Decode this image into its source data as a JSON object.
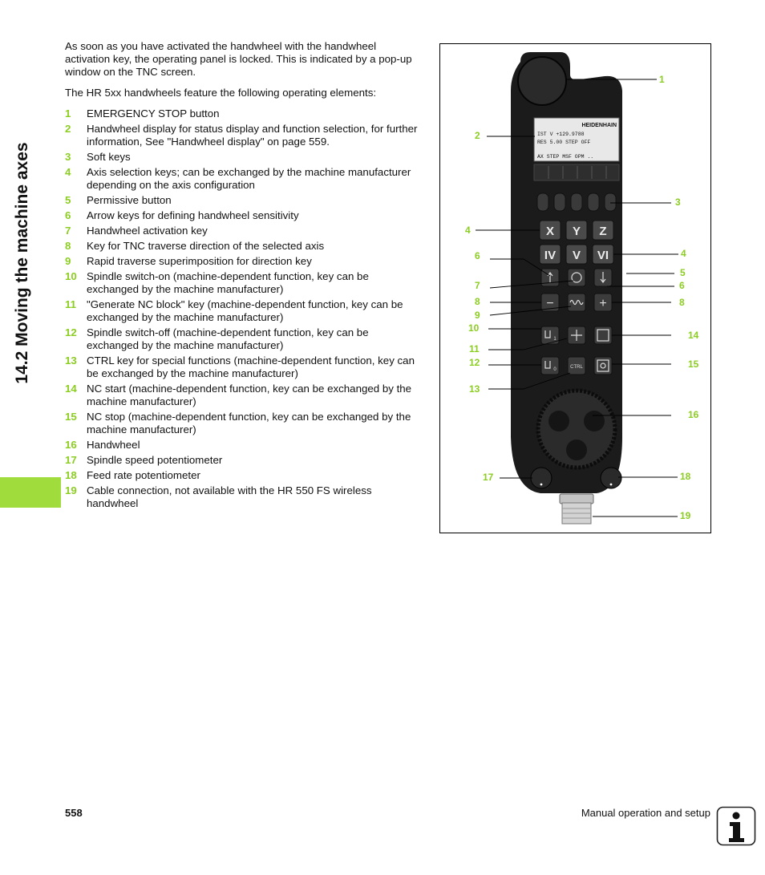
{
  "sidebar": {
    "chapter_title": "14.2 Moving the machine axes"
  },
  "intro": {
    "p1": "As soon as you have activated the handwheel with the handwheel activation key, the operating panel is locked. This is indicated by a pop-up window on the TNC screen.",
    "p2": "The HR 5xx handwheels feature the following operating elements:"
  },
  "elements": [
    {
      "num": "1",
      "text": "EMERGENCY STOP button"
    },
    {
      "num": "2",
      "text": "Handwheel display for status display and function selection, for further information, See \"Handwheel display\" on page 559."
    },
    {
      "num": "3",
      "text": "Soft keys"
    },
    {
      "num": "4",
      "text": "Axis selection keys; can be exchanged by the machine manufacturer depending on the axis configuration"
    },
    {
      "num": "5",
      "text": "Permissive button"
    },
    {
      "num": "6",
      "text": "Arrow keys for defining handwheel sensitivity"
    },
    {
      "num": "7",
      "text": "Handwheel activation key"
    },
    {
      "num": "8",
      "text": "Key for TNC traverse direction of the selected axis"
    },
    {
      "num": "9",
      "text": "Rapid traverse superimposition for direction key"
    },
    {
      "num": "10",
      "text": "Spindle switch-on (machine-dependent function, key can be exchanged by the machine manufacturer)"
    },
    {
      "num": "11",
      "text": "\"Generate NC block\" key (machine-dependent function, key can be exchanged by the machine manufacturer)"
    },
    {
      "num": "12",
      "text": "Spindle switch-off (machine-dependent function, key can be exchanged by the machine manufacturer)"
    },
    {
      "num": "13",
      "text": "CTRL key for special functions (machine-dependent function, key can be exchanged by the machine manufacturer)"
    },
    {
      "num": "14",
      "text": "NC start (machine-dependent function, key can be exchanged by the machine manufacturer)"
    },
    {
      "num": "15",
      "text": "NC stop (machine-dependent function, key can be exchanged by the machine manufacturer)"
    },
    {
      "num": "16",
      "text": "Handwheel"
    },
    {
      "num": "17",
      "text": "Spindle speed potentiometer"
    },
    {
      "num": "18",
      "text": "Feed rate potentiometer"
    },
    {
      "num": "19",
      "text": "Cable connection, not available with the HR 550 FS wireless handwheel"
    }
  ],
  "figure": {
    "display": {
      "brand": "HEIDENHAIN",
      "line1": "IST V  +129.9788",
      "line2": "RES 5.00  STEP OFF",
      "line3": "AX STEP MSF OPM .."
    },
    "keys": {
      "x": "X",
      "y": "Y",
      "z": "Z",
      "iv": "IV",
      "v": "V",
      "vi": "VI",
      "minus": "−",
      "plus": "+",
      "ctrl": "CTRL",
      "spindle_on": "1",
      "spindle_off": "0"
    },
    "callouts": {
      "c1": "1",
      "c2": "2",
      "c3": "3",
      "c4a": "4",
      "c4b": "4",
      "c5": "5",
      "c6a": "6",
      "c6b": "6",
      "c7": "7",
      "c8a": "8",
      "c8b": "8",
      "c9": "9",
      "c10": "10",
      "c11": "11",
      "c12": "12",
      "c13": "13",
      "c14": "14",
      "c15": "15",
      "c16": "16",
      "c17": "17",
      "c18": "18",
      "c19": "19"
    }
  },
  "footer": {
    "page_number": "558",
    "chapter": "Manual operation and setup"
  },
  "colors": {
    "accent_green": "#9fdc3c",
    "number_green": "#8ccd22"
  }
}
